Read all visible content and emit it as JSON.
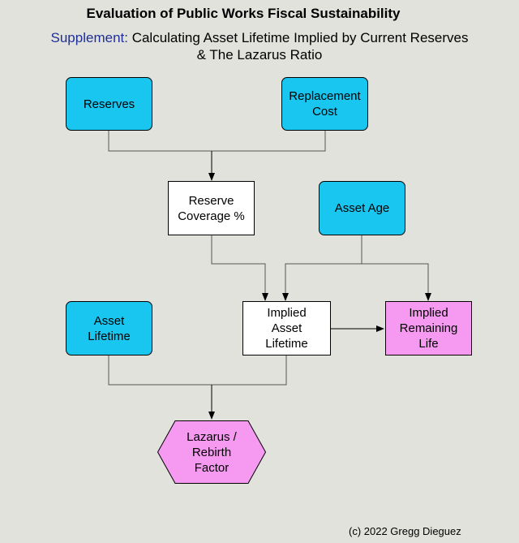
{
  "title": "Evaluation of Public Works Fiscal Sustainability",
  "subtitle": {
    "prefix": "Supplement:",
    "line1": " Calculating Asset Lifetime Implied by Current Reserves",
    "line2": "& The Lazarus Ratio"
  },
  "nodes": {
    "reserves": "Reserves",
    "replacement_cost": "Replacement\nCost",
    "reserve_coverage": "Reserve\nCoverage %",
    "asset_age": "Asset Age",
    "asset_lifetime": "Asset\nLifetime",
    "implied_asset_lifetime": "Implied\nAsset\nLifetime",
    "implied_remaining_life": "Implied\nRemaining\nLife",
    "lazarus_factor": "Lazarus /\nRebirth\nFactor"
  },
  "colors": {
    "input": "#18c6f0",
    "calculation": "#ffffff",
    "output": "#f59af0",
    "background": "#e2e2dc",
    "subtitle_prefix": "#1f2f9a"
  },
  "footer": "(c) 2022 Gregg Dieguez"
}
